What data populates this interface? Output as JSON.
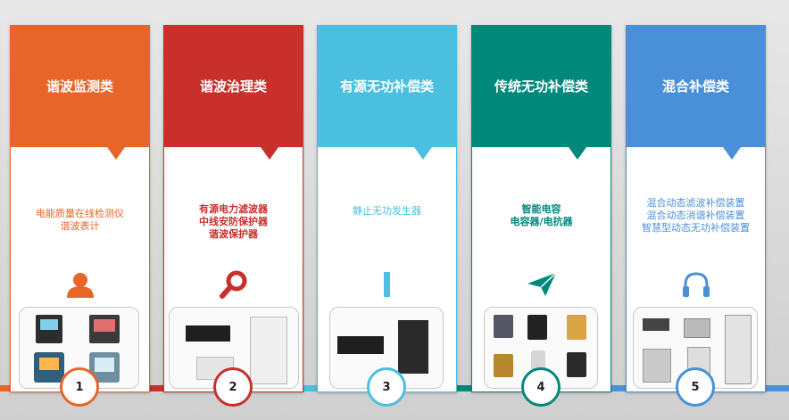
{
  "colors": {
    "c1": "#e8652a",
    "c2": "#c9302c",
    "c3": "#4bbfe0",
    "c4": "#00897b",
    "c5": "#4a90d9"
  },
  "cards": [
    {
      "title": "谐波监测类",
      "items": [
        "电能质量在线检测仪",
        "谐波表计"
      ],
      "icon": "user-icon",
      "num": "1"
    },
    {
      "title": "谐波治理类",
      "items": [
        "有源电力滤波器",
        "中线安防保护器",
        "谐波保护器"
      ],
      "icon": "search-icon",
      "num": "2"
    },
    {
      "title": "有源无功补偿类",
      "items": [
        "静止无功发生器"
      ],
      "icon": "bar-icon",
      "num": "3"
    },
    {
      "title": "传统无功补偿类",
      "items": [
        "智能电容",
        "电容器/电抗器"
      ],
      "icon": "paper-plane-icon",
      "num": "4"
    },
    {
      "title": "混合补偿类",
      "items": [
        "混合动态滤波补偿装置",
        "混合动态消谐补偿装置",
        "智慧型动态无功补偿装置"
      ],
      "icon": "headphones-icon",
      "num": "5"
    }
  ]
}
